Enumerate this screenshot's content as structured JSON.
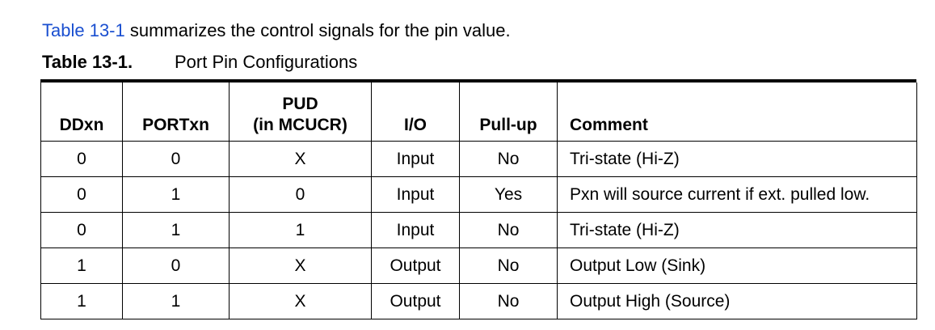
{
  "intro": {
    "link": "Table 13-1",
    "text": " summarizes the control signals for the pin value."
  },
  "caption": {
    "number": "Table 13-1.",
    "title": "Port Pin Configurations"
  },
  "table": {
    "headers": {
      "c0": "DDxn",
      "c1": "PORTxn",
      "c2_line1": "PUD",
      "c2_line2": "(in MCUCR)",
      "c3": "I/O",
      "c4": "Pull-up",
      "c5": "Comment"
    },
    "rows": [
      [
        "0",
        "0",
        "X",
        "Input",
        "No",
        "Tri-state (Hi-Z)"
      ],
      [
        "0",
        "1",
        "0",
        "Input",
        "Yes",
        "Pxn will source current if ext. pulled low."
      ],
      [
        "0",
        "1",
        "1",
        "Input",
        "No",
        "Tri-state (Hi-Z)"
      ],
      [
        "1",
        "0",
        "X",
        "Output",
        "No",
        "Output Low (Sink)"
      ],
      [
        "1",
        "1",
        "X",
        "Output",
        "No",
        "Output High (Source)"
      ]
    ]
  },
  "colors": {
    "link": "#1a4fd0"
  }
}
